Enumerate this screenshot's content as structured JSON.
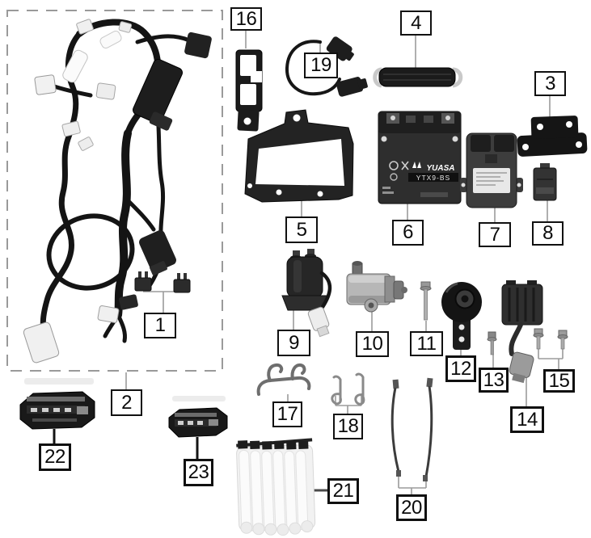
{
  "diagram": {
    "battery": {
      "brand": "YUASA",
      "model": "YTX9-BS"
    },
    "parts": {
      "p1": {
        "label": "1"
      },
      "p2": {
        "label": "2"
      },
      "p3": {
        "label": "3"
      },
      "p4": {
        "label": "4"
      },
      "p5": {
        "label": "5"
      },
      "p6": {
        "label": "6"
      },
      "p7": {
        "label": "7"
      },
      "p8": {
        "label": "8"
      },
      "p9": {
        "label": "9"
      },
      "p10": {
        "label": "10"
      },
      "p11": {
        "label": "11"
      },
      "p12": {
        "label": "12"
      },
      "p13": {
        "label": "13"
      },
      "p14": {
        "label": "14"
      },
      "p15": {
        "label": "15"
      },
      "p16": {
        "label": "16"
      },
      "p17": {
        "label": "17"
      },
      "p18": {
        "label": "18"
      },
      "p19": {
        "label": "19"
      },
      "p20": {
        "label": "20"
      },
      "p21": {
        "label": "21"
      },
      "p22": {
        "label": "22"
      },
      "p23": {
        "label": "23"
      }
    }
  }
}
